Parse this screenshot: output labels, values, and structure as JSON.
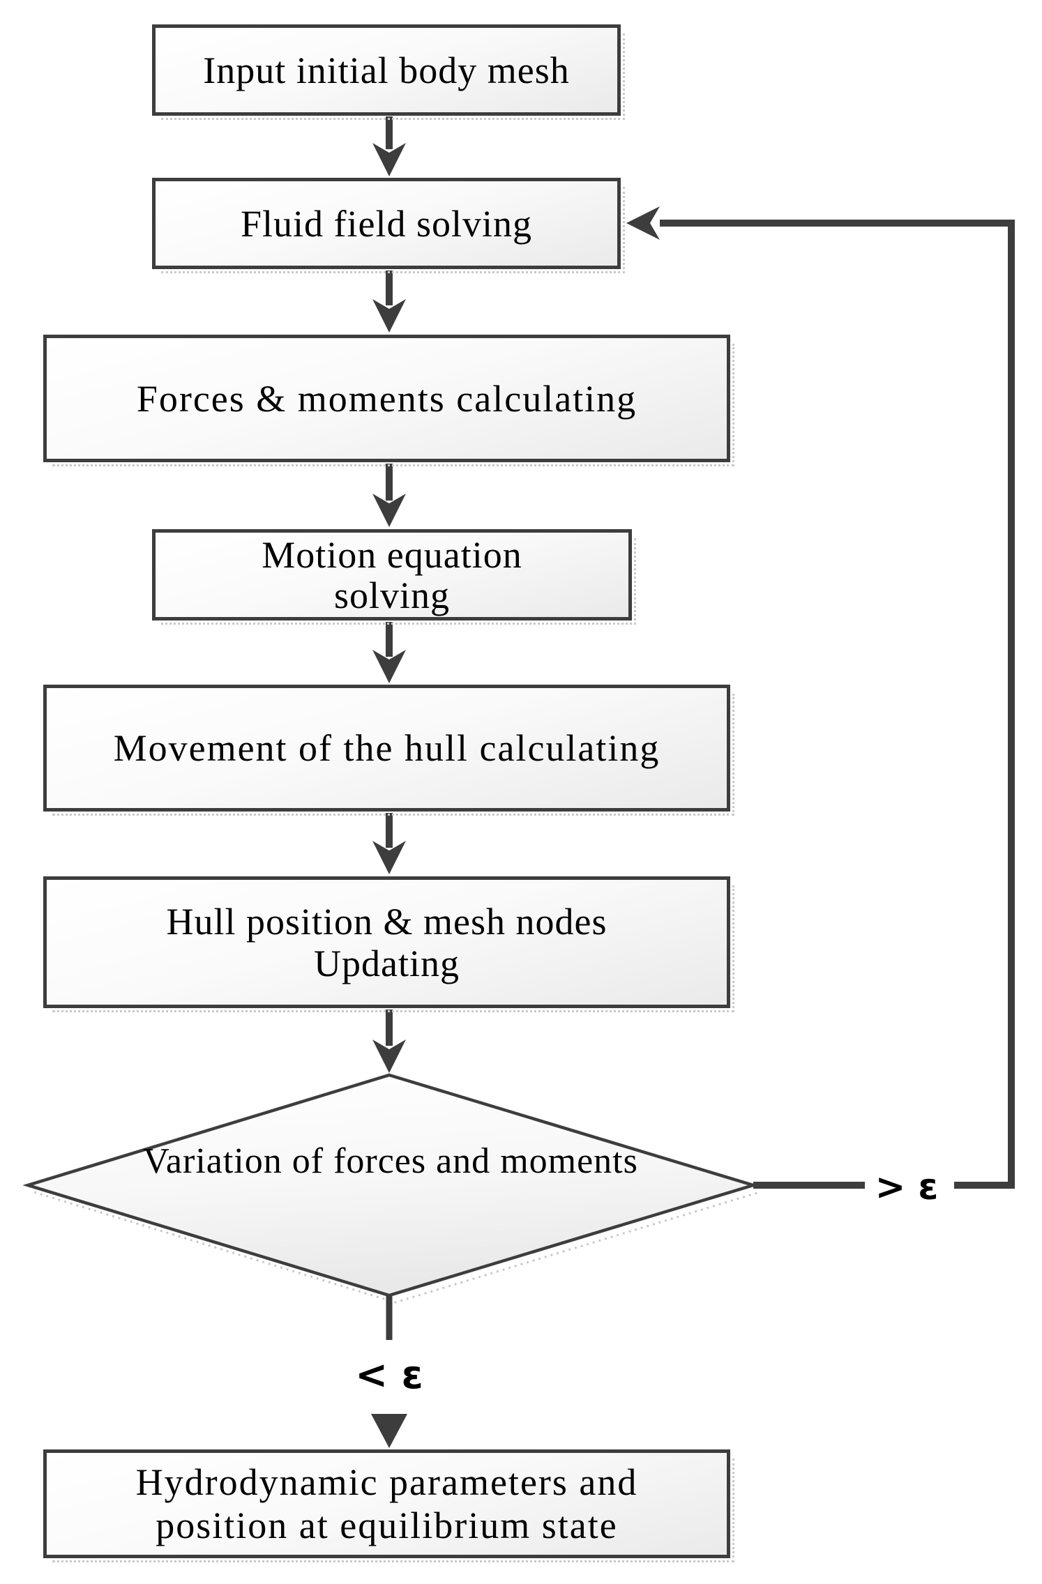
{
  "diagram": {
    "type": "flowchart",
    "nodes": {
      "input_mesh": {
        "shape": "process",
        "label": "Input initial body mesh"
      },
      "fluid_solving": {
        "shape": "process",
        "label": "Fluid field solving"
      },
      "forces_moments": {
        "shape": "process",
        "label": "Forces & moments calculating"
      },
      "motion_equation": {
        "shape": "process",
        "lines": [
          "Motion equation",
          "solving"
        ]
      },
      "hull_movement": {
        "shape": "process",
        "label": "Movement of the hull calculating"
      },
      "hull_update": {
        "shape": "process",
        "lines": [
          "Hull position & mesh nodes",
          "Updating"
        ]
      },
      "variation_check": {
        "shape": "decision",
        "lines": [
          "Variation of forces and",
          "moments"
        ]
      },
      "equilibrium_result": {
        "shape": "process",
        "lines": [
          "Hydrodynamic parameters and",
          "position at equilibrium state"
        ]
      }
    },
    "branch_labels": {
      "greater": "> ε",
      "less": "< ε"
    },
    "colors": {
      "stroke": "#3d3d3d",
      "fill_top": "#ffffff",
      "fill_bottom": "#eaeaea",
      "shadow_dots": "#c9c9c9",
      "text": "#000000",
      "background": "#ffffff"
    }
  }
}
